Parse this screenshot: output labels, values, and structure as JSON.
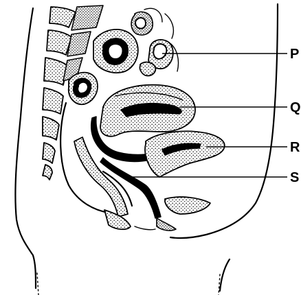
{
  "labels": {
    "P": "P",
    "Q": "Q",
    "R": "R",
    "S": "S"
  }
}
